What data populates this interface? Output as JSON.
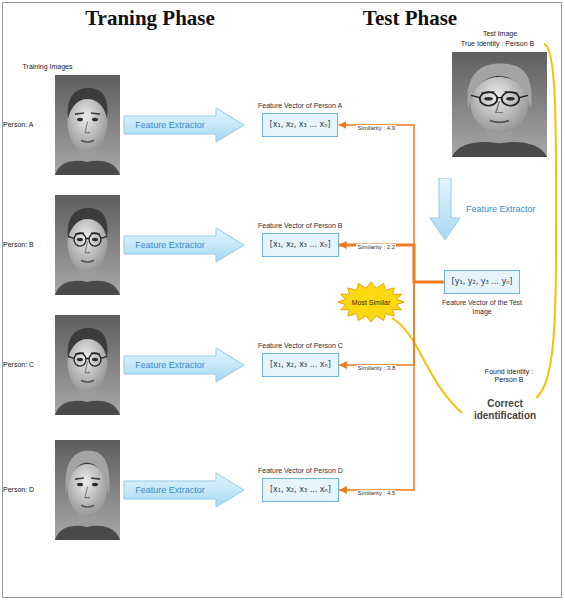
{
  "diagram": {
    "nodes": [
      {
        "text": [
          "Feature Extractor"
        ]
      },
      {
        "text": [
          "Feature Vector of Person A",
          "[x₁, x₂, x₃ ... xₙ]"
        ]
      },
      {
        "text": [
          "Feature Extractor"
        ]
      },
      {
        "text": [
          "Feature Vector of Person B",
          "[x₁, x₂, x₃ ... xₙ]"
        ]
      },
      {
        "text": [
          "Feature Extractor"
        ]
      },
      {
        "text": [
          "Feature Vector of Person C",
          "[x₁, x₂, x₃ ... xₙ]"
        ]
      },
      {
        "text": [
          "Feature Extractor"
        ]
      },
      {
        "text": [
          "Feature Vector of Person D",
          "[x₁, x₂, x₃ ... xₙ]"
        ]
      },
      {
        "text": [
          "Feature Extractor"
        ]
      },
      {
        "text": [
          "[y₁, y₂, y₃ ... yₙ]",
          "Feature Vector of the Test Image"
        ]
      },
      {
        "text": [
          "Most Similar"
        ]
      }
    ],
    "edges": [
      {
        "from": 9,
        "to": 1,
        "arrow": "to",
        "label": "Similarity : 4.9"
      },
      {
        "from": 9,
        "to": 3,
        "arrow": "to",
        "label": "Similarity : 2.2"
      },
      {
        "from": 9,
        "to": 5,
        "arrow": "to",
        "label": "Similarity : 3.8"
      },
      {
        "from": 9,
        "to": 7,
        "arrow": "to",
        "label": "Similarity : 4.5"
      }
    ],
    "labels": [
      "Traning Phase",
      "Test Phase",
      "Training Images",
      "Person: A",
      "Person: B",
      "Person: C",
      "Person: D",
      "Test Image",
      "True Identity : Person B",
      "Found Identity : Person B",
      "Correct identification"
    ]
  }
}
